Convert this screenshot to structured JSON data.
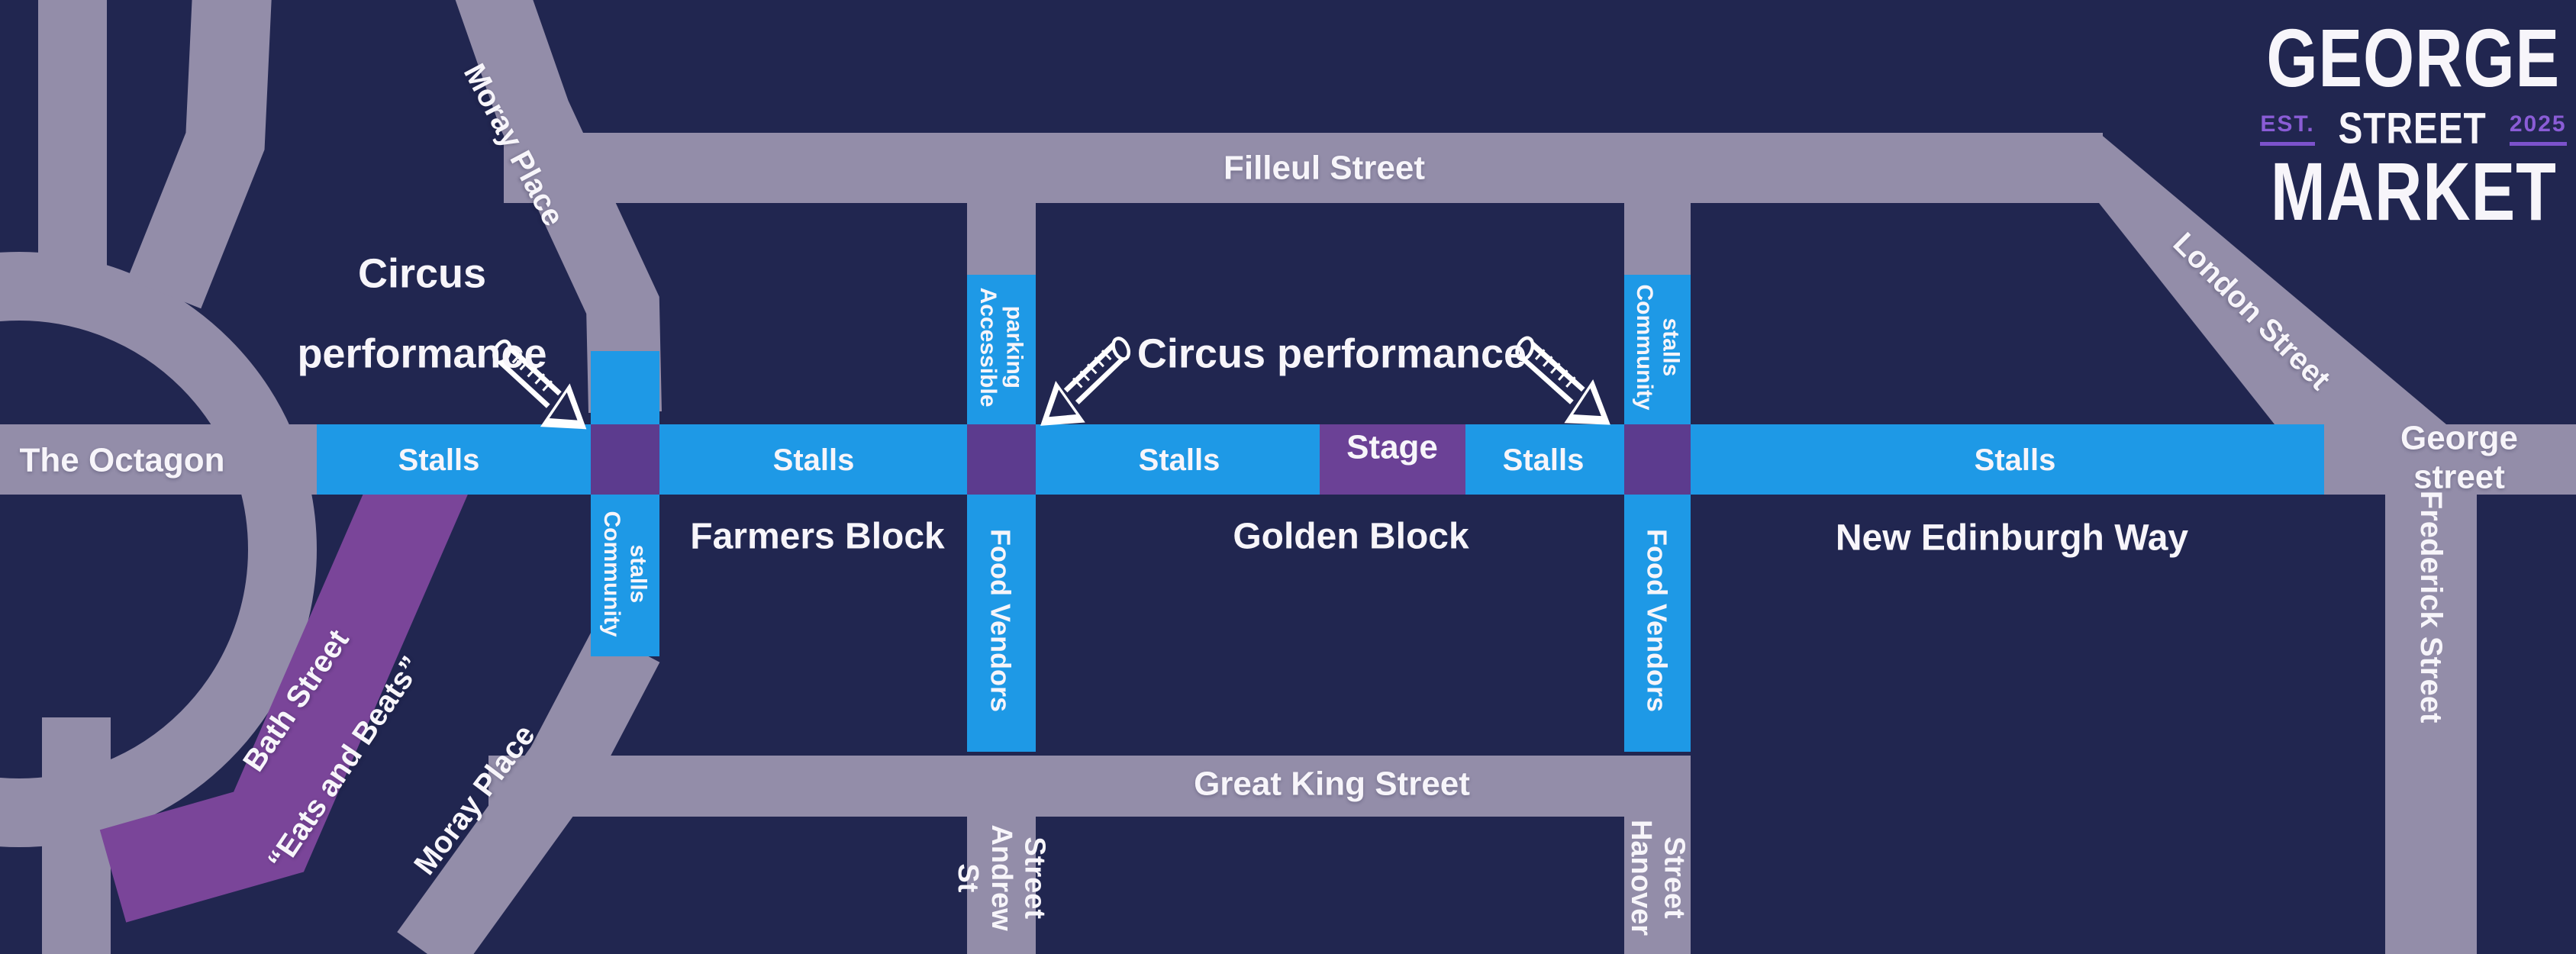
{
  "logo": {
    "title_top": "GEORGE",
    "est_label": "EST.",
    "title_mid": "STREET",
    "year": "2025",
    "title_bottom": "MARKET"
  },
  "annotations": {
    "circus_left": "Circus\nperformance",
    "circus_center": "Circus performance"
  },
  "zones": {
    "stalls": [
      "Stalls",
      "Stalls",
      "Stalls",
      "Stalls",
      "Stalls"
    ],
    "stage": "Stage",
    "community_left": "Community\nstalls",
    "accessible_parking": "Accessible\nparking",
    "food_vendors_left": "Food Vendors",
    "community_right": "Community\nstalls",
    "food_vendors_right": "Food Vendors"
  },
  "blocks": {
    "farmers": "Farmers Block",
    "golden": "Golden Block",
    "new_edinburgh": "New Edinburgh Way"
  },
  "streets": {
    "octagon": "The Octagon",
    "moray_top": "Moray Place",
    "moray_bottom": "Moray Place",
    "filleul": "Filleul Street",
    "london": "London Street",
    "george": "George street",
    "frederick": "Frederick Street",
    "great_king": "Great King Street",
    "st_andrew": "St Andrew\nStreet",
    "hanover": "Hanover\nStreet",
    "bath_line1": "Bath Street",
    "bath_line2": "“Eats and Beats”"
  },
  "colors": {
    "background_navy": "#212650",
    "street_gray": "#938DA9",
    "stall_blue": "#1E99E6",
    "intersection_purple": "#5C3B8E",
    "stage_purple": "#6B4196",
    "bath_purple": "#7A4599",
    "logo_accent_purple": "#7C52CC",
    "label_white": "#F7F5FA"
  }
}
